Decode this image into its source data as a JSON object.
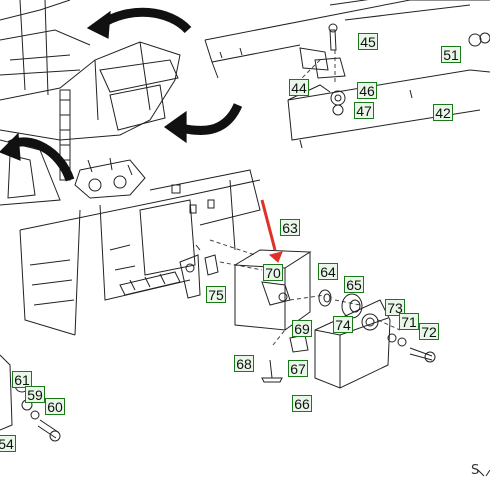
{
  "diagram": {
    "callouts": [
      "45",
      "44",
      "46",
      "47",
      "51",
      "42",
      "63",
      "64",
      "65",
      "70",
      "75",
      "69",
      "73",
      "74",
      "71",
      "72",
      "68",
      "67",
      "66",
      "61",
      "59",
      "60",
      "54"
    ],
    "corner_mark": "S",
    "colors": {
      "line": "#222222",
      "callout_border": "#1a7a1a",
      "callout_fill": "#e8f7e8",
      "pointer_arrow": "#e0302a"
    }
  }
}
